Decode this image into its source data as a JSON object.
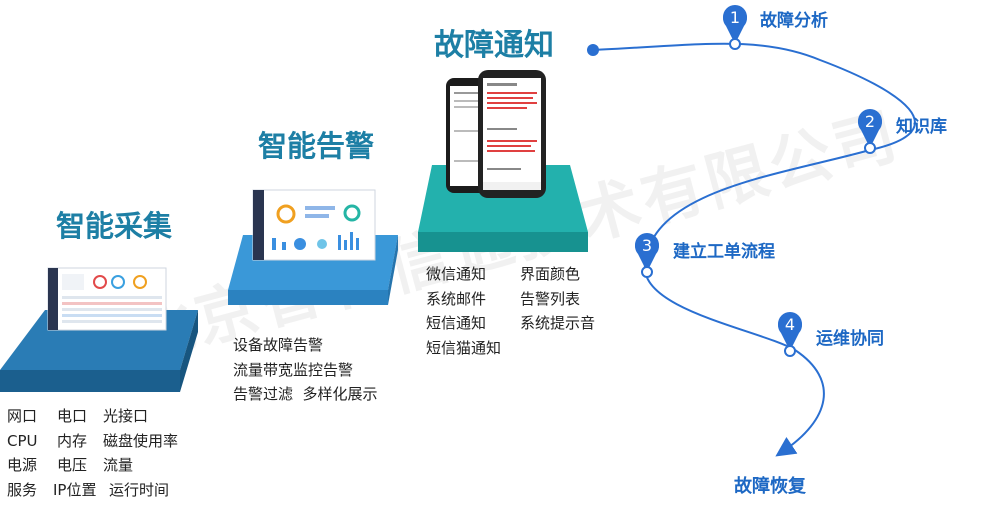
{
  "stages": {
    "collect": {
      "title": "智能采集",
      "rows": [
        [
          "网口",
          "电口",
          "光接口"
        ],
        [
          "CPU",
          "内存",
          "磁盘使用率"
        ],
        [
          "电源",
          "电压",
          "流量"
        ],
        [
          "服务",
          "IP位置",
          "运行时间"
        ]
      ]
    },
    "alarm": {
      "title": "智能告警",
      "rows": [
        "设备故障告警",
        "流量带宽监控告警",
        "告警过滤  多样化展示"
      ]
    },
    "notify": {
      "title": "故障通知",
      "left": [
        "微信通知",
        "系统邮件",
        "短信通知",
        "短信猫通知"
      ],
      "right": [
        "界面颜色",
        "告警列表",
        "系统提示音"
      ]
    }
  },
  "flow": {
    "steps": [
      {
        "num": "1",
        "label": "故障分析"
      },
      {
        "num": "2",
        "label": "知识库"
      },
      {
        "num": "3",
        "label": "建立工单流程"
      },
      {
        "num": "4",
        "label": "运维协同"
      }
    ],
    "end_label": "故障恢复"
  },
  "watermark": "北京智和信通技术有限公司",
  "colors": {
    "title": "#1d7fa5",
    "step": "#1d68c4",
    "platform_dark": "#1f6c9b",
    "platform_light": "#2f8fd0",
    "platform_teal": "#1ca5a3",
    "curve": "#2a6fd1"
  }
}
